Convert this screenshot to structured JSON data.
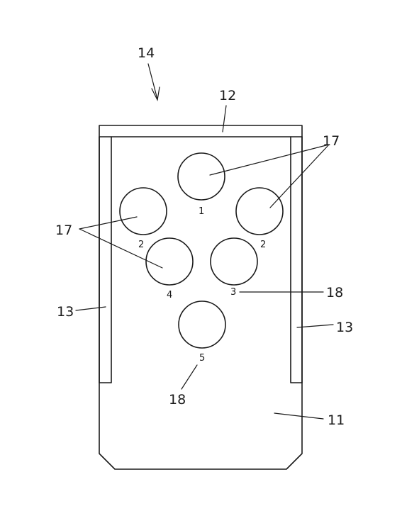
{
  "labels": {
    "assembly": "14",
    "top_bar": "12",
    "body": "11",
    "rail_left": "13",
    "rail_right": "13",
    "holes_top_right": "17",
    "holes_left": "17",
    "marker_right": "18",
    "marker_bottom": "18"
  },
  "holes": [
    {
      "id": "hole-1",
      "number": "1"
    },
    {
      "id": "hole-2-left",
      "number": "2"
    },
    {
      "id": "hole-2-right",
      "number": "2"
    },
    {
      "id": "hole-4",
      "number": "4"
    },
    {
      "id": "hole-3",
      "number": "3"
    },
    {
      "id": "hole-5",
      "number": "5"
    }
  ]
}
